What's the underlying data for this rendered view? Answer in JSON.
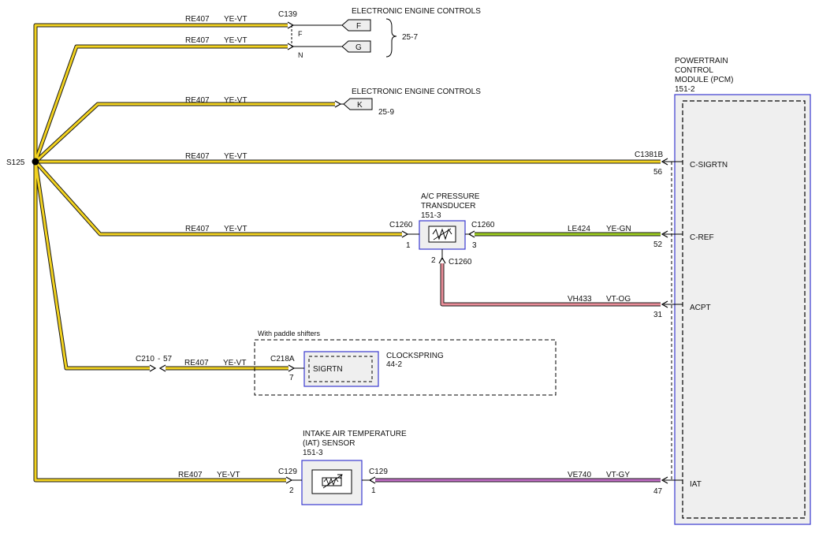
{
  "colors": {
    "ye_vt": "#f2d21f",
    "ye_gn": "#9ccc1e",
    "vt_og": "#e88c97",
    "vt_gy": "#c06cc4",
    "module_fill": "#efefef",
    "module_border": "#3a3ad0"
  },
  "splice": {
    "label": "S125"
  },
  "wires": {
    "w1": {
      "circuit": "RE407",
      "color": "YE-VT"
    },
    "w2": {
      "circuit": "RE407",
      "color": "YE-VT"
    },
    "w3": {
      "circuit": "RE407",
      "color": "YE-VT"
    },
    "w4": {
      "circuit": "RE407",
      "color": "YE-VT"
    },
    "w5": {
      "circuit": "RE407",
      "color": "YE-VT"
    },
    "w6": {
      "circuit": "RE407",
      "color": "YE-VT"
    },
    "w7": {
      "circuit": "RE407",
      "color": "YE-VT"
    },
    "w8": {
      "circuit": "LE424",
      "color": "YE-GN"
    },
    "w9": {
      "circuit": "VH433",
      "color": "VT-OG"
    },
    "w10": {
      "circuit": "VE740",
      "color": "VT-GY"
    }
  },
  "eec1": {
    "title": "ELECTRONIC ENGINE CONTROLS",
    "connector": "C139",
    "pin_f_label": "F",
    "pin_n_label": "N",
    "term_f": "F",
    "term_g": "G",
    "ref": "25-7"
  },
  "eec2": {
    "title": "ELECTRONIC ENGINE CONTROLS",
    "term_k": "K",
    "ref": "25-9"
  },
  "pcm": {
    "title_line1": "POWERTRAIN",
    "title_line2": "CONTROL",
    "title_line3": "MODULE (PCM)",
    "ref": "151-2",
    "connector": "C1381B",
    "pins": {
      "csigrtn": {
        "num": "56",
        "label": "C-SIGRTN"
      },
      "cref": {
        "num": "52",
        "label": "C-REF"
      },
      "acpt": {
        "num": "31",
        "label": "ACPT"
      },
      "iat": {
        "num": "47",
        "label": "IAT"
      }
    }
  },
  "acpt_sensor": {
    "title_line1": "A/C PRESSURE",
    "title_line2": "TRANSDUCER",
    "ref": "151-3",
    "conn_left": "C1260",
    "pin_left": "1",
    "conn_right": "C1260",
    "pin_right": "3",
    "conn_bottom": "C1260",
    "pin_bottom": "2"
  },
  "clockspring": {
    "option": "With paddle shifters",
    "title": "CLOCKSPRING",
    "ref": "44-2",
    "inner_label": "SIGRTN",
    "connector": "C218A",
    "pin": "7",
    "inline": "C210",
    "inline_sep": "-",
    "inline_pin": "57"
  },
  "iat_sensor": {
    "title_line1": "INTAKE AIR TEMPERATURE",
    "title_line2": "(IAT) SENSOR",
    "ref": "151-3",
    "conn_left": "C129",
    "pin_left": "2",
    "conn_right": "C129",
    "pin_right": "1"
  }
}
